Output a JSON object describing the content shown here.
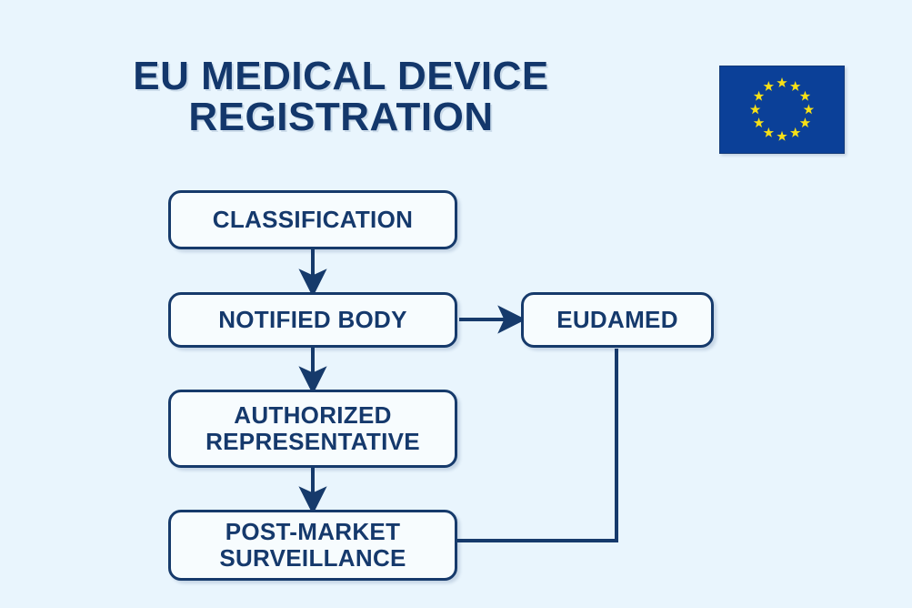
{
  "page": {
    "background_color": "#e9f5fd",
    "accent_color": "#163a6b",
    "node_fill_color": "#f7fcfe"
  },
  "header": {
    "title_line_1": "EU MEDICAL DEVICE",
    "title_line_2": "REGISTRATION",
    "flag": {
      "name": "european-union-flag",
      "field_color": "#0b4098",
      "star_color": "#f7e017",
      "star_count": 12
    }
  },
  "diagram": {
    "type": "flowchart",
    "nodes": [
      {
        "id": "classification",
        "label": "CLASSIFICATION"
      },
      {
        "id": "notified_body",
        "label": "NOTIFIED BODY"
      },
      {
        "id": "authorized_representative",
        "label": "AUTHORIZED\nREPRESENTATIVE"
      },
      {
        "id": "post_market_surveillance",
        "label": "POST-MARKET\nSURVEILLANCE"
      },
      {
        "id": "eudamed",
        "label": "EUDAMED"
      }
    ],
    "edges": [
      {
        "from": "classification",
        "to": "notified_body",
        "style": "arrow-down"
      },
      {
        "from": "notified_body",
        "to": "authorized_representative",
        "style": "arrow-down"
      },
      {
        "from": "notified_body",
        "to": "eudamed",
        "style": "arrow-right"
      },
      {
        "from": "authorized_representative",
        "to": "post_market_surveillance",
        "style": "arrow-down"
      },
      {
        "from": "post_market_surveillance",
        "to": "eudamed",
        "style": "elbow-line"
      }
    ]
  }
}
